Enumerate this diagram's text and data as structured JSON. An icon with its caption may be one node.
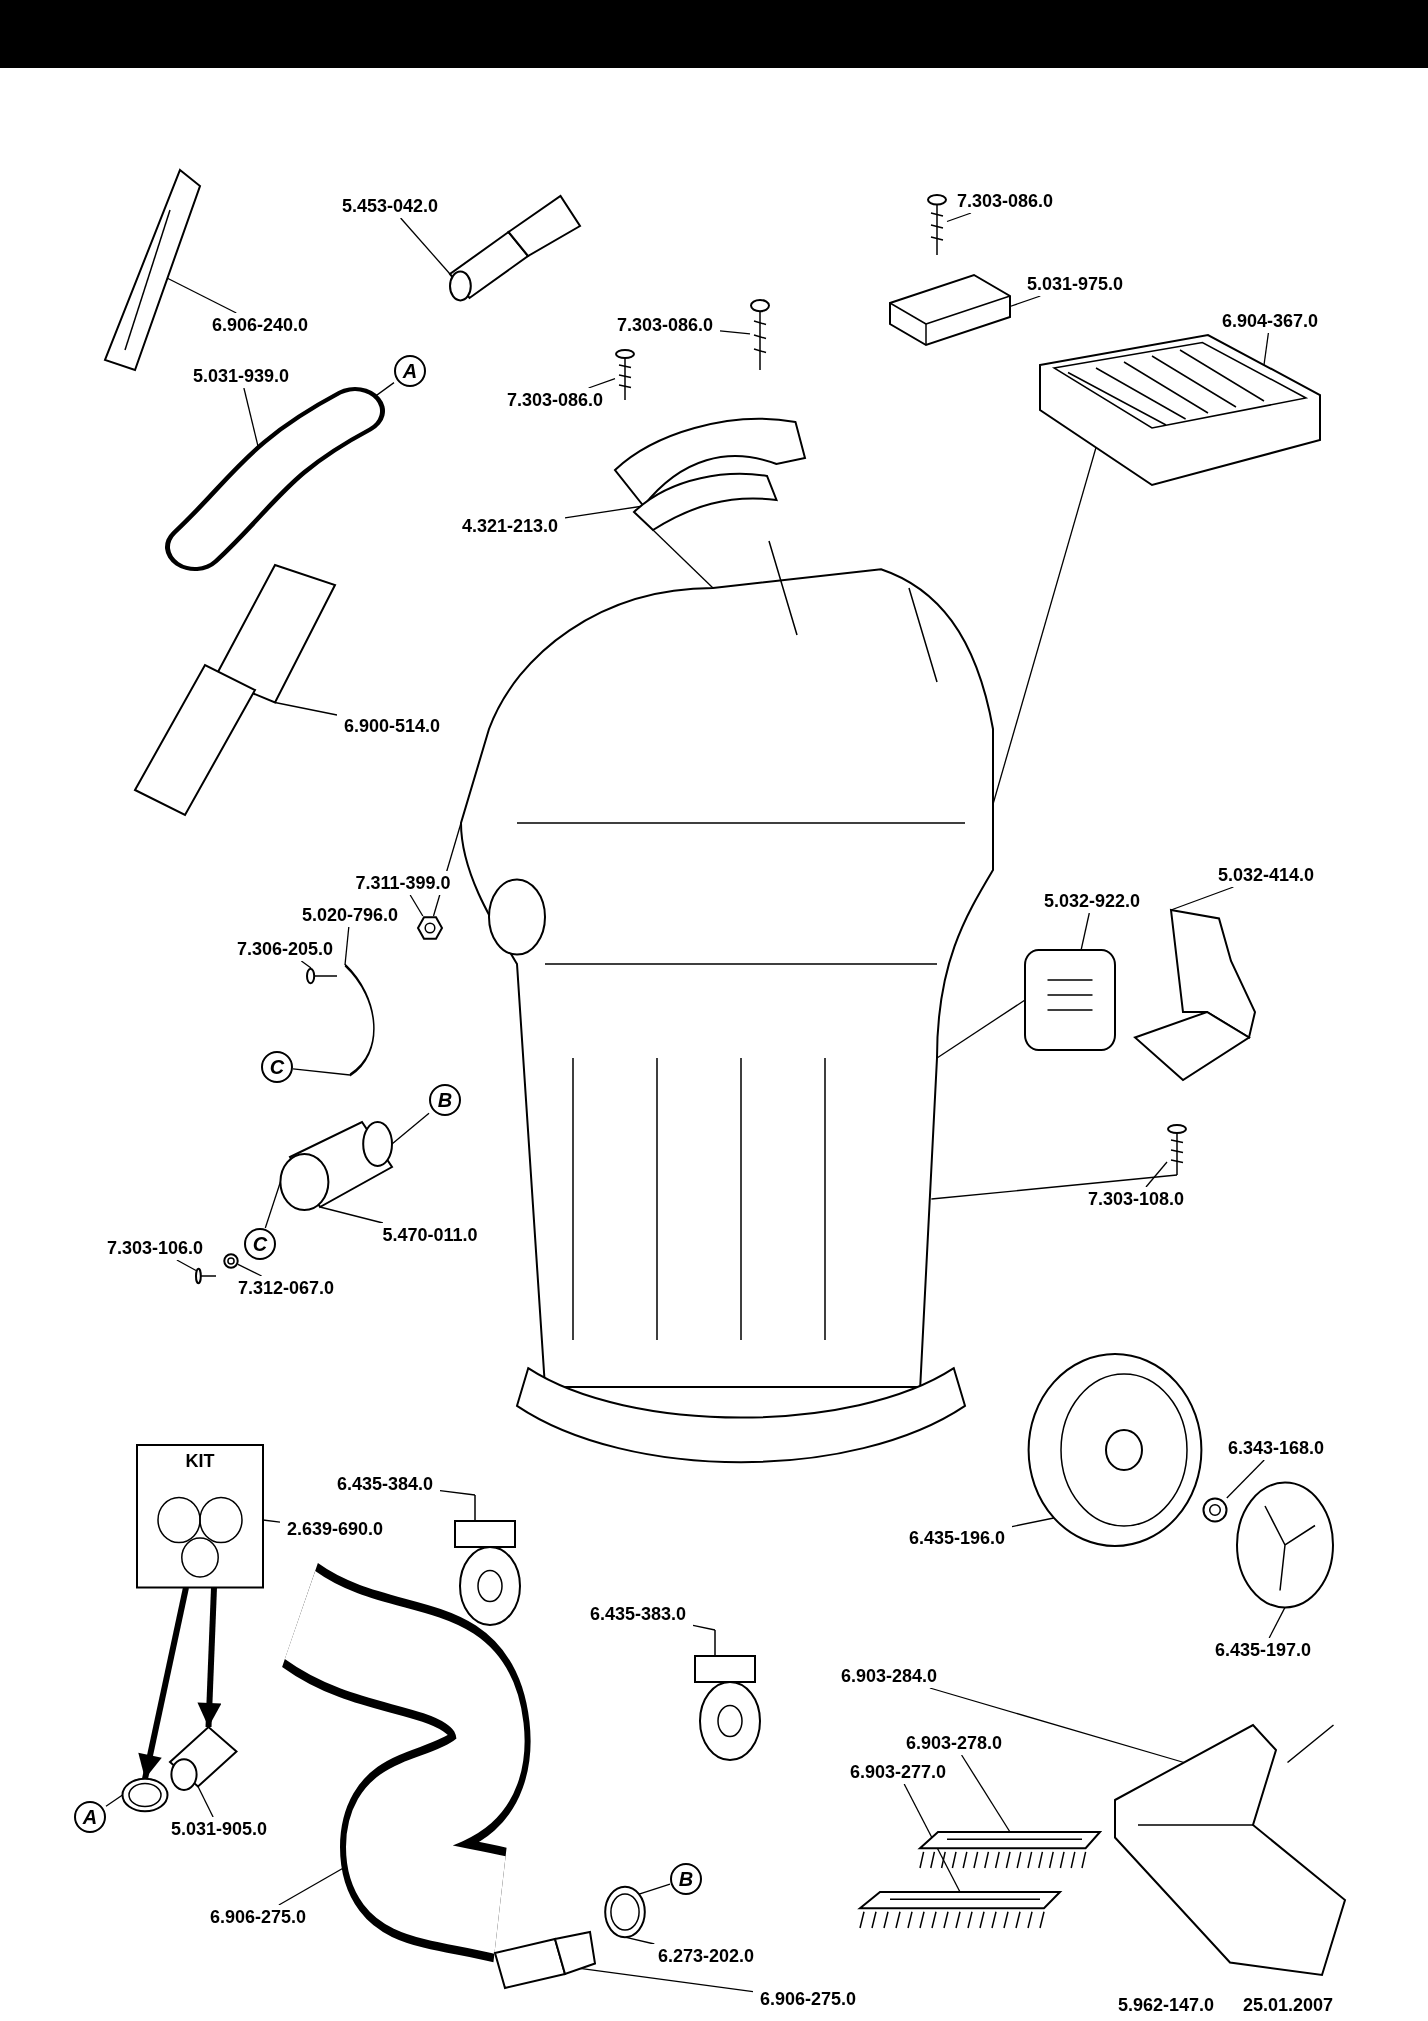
{
  "diagram": {
    "nodes": [
      {
        "text": [],
        "shape": "picture"
      },
      {
        "text": [
          "5.453-042.0"
        ]
      },
      {
        "text": [],
        "shape": "picture"
      },
      {
        "text": [
          "6.906-240.0"
        ]
      },
      {
        "text": [
          "7.303-086.0"
        ]
      },
      {
        "text": [],
        "shape": "picture"
      },
      {
        "text": [
          "5.031-975.0"
        ]
      },
      {
        "text": [],
        "shape": "picture"
      },
      {
        "text": [
          "6.904-367.0"
        ]
      },
      {
        "text": [],
        "shape": "picture"
      },
      {
        "text": [
          "5.031-939.0"
        ]
      },
      {
        "text": [],
        "shape": "picture"
      },
      {
        "text": [
          "A"
        ]
      },
      {
        "text": [
          "7.303-086.0"
        ]
      },
      {
        "text": [],
        "shape": "picture"
      },
      {
        "text": [
          "7.303-086.0"
        ]
      },
      {
        "text": [],
        "shape": "picture"
      },
      {
        "text": [
          "4.321-213.0"
        ]
      },
      {
        "text": [],
        "shape": "picture"
      },
      {
        "text": [
          "6.900-514.0"
        ]
      },
      {
        "text": [],
        "shape": "picture"
      },
      {
        "text": [],
        "shape": "picture"
      },
      {
        "text": [
          "7.311-399.0"
        ]
      },
      {
        "text": [],
        "shape": "picture"
      },
      {
        "text": [
          "5.020-796.0"
        ]
      },
      {
        "text": [],
        "shape": "picture"
      },
      {
        "text": [
          "7.306-205.0"
        ]
      },
      {
        "text": [],
        "shape": "picture"
      },
      {
        "text": [
          "C"
        ]
      },
      {
        "text": [
          "5.032-922.0"
        ]
      },
      {
        "text": [],
        "shape": "picture"
      },
      {
        "text": [
          "5.032-414.0"
        ]
      },
      {
        "text": [],
        "shape": "picture"
      },
      {
        "text": [
          "B"
        ]
      },
      {
        "text": [],
        "shape": "picture"
      },
      {
        "text": [
          "5.470-011.0"
        ]
      },
      {
        "text": [
          "7.303-108.0"
        ]
      },
      {
        "text": [],
        "shape": "picture"
      },
      {
        "text": [
          "7.303-106.0"
        ]
      },
      {
        "text": [],
        "shape": "picture"
      },
      {
        "text": [
          "C"
        ]
      },
      {
        "text": [],
        "shape": "picture"
      },
      {
        "text": [
          "7.312-067.0"
        ]
      },
      {
        "text": [
          "6.343-168.0"
        ]
      },
      {
        "text": [],
        "shape": "picture"
      },
      {
        "text": [
          "KIT"
        ]
      },
      {
        "text": [
          "2.639-690.0"
        ]
      },
      {
        "text": [
          "6.435-384.0"
        ]
      },
      {
        "text": [],
        "shape": "picture"
      },
      {
        "text": [],
        "shape": "picture"
      },
      {
        "text": [
          "6.435-196.0"
        ]
      },
      {
        "text": [],
        "shape": "picture"
      },
      {
        "text": [
          "6.435-197.0"
        ]
      },
      {
        "text": [
          "6.435-383.0"
        ]
      },
      {
        "text": [],
        "shape": "picture"
      },
      {
        "text": [
          "6.903-284.0"
        ]
      },
      {
        "text": [],
        "shape": "picture"
      },
      {
        "text": [
          "6.903-278.0"
        ]
      },
      {
        "text": [],
        "shape": "picture"
      },
      {
        "text": [
          "6.903-277.0"
        ]
      },
      {
        "text": [],
        "shape": "picture"
      },
      {
        "text": [
          "A"
        ]
      },
      {
        "text": [],
        "shape": "picture"
      },
      {
        "text": [],
        "shape": "picture"
      },
      {
        "text": [
          "5.031-905.0"
        ]
      },
      {
        "text": [],
        "shape": "picture"
      },
      {
        "text": [
          "6.906-275.0"
        ]
      },
      {
        "text": [
          "B"
        ]
      },
      {
        "text": [],
        "shape": "picture"
      },
      {
        "text": [
          "6.273-202.0"
        ]
      },
      {
        "text": [],
        "shape": "picture"
      },
      {
        "text": [
          "6.906-275.0"
        ]
      }
    ],
    "edges": [
      {
        "from": 3,
        "to": 0,
        "arrow": "none"
      },
      {
        "from": 1,
        "to": 2,
        "arrow": "none"
      },
      {
        "from": 4,
        "to": 5,
        "arrow": "none"
      },
      {
        "from": 6,
        "to": 7,
        "arrow": "none"
      },
      {
        "from": 8,
        "to": 9,
        "arrow": "none"
      },
      {
        "from": 9,
        "to": 21,
        "arrow": "none"
      },
      {
        "from": 10,
        "to": 11,
        "arrow": "none"
      },
      {
        "from": 12,
        "to": 11,
        "arrow": "none"
      },
      {
        "from": 13,
        "to": 14,
        "arrow": "none"
      },
      {
        "from": 15,
        "to": 16,
        "arrow": "none"
      },
      {
        "from": 17,
        "to": 18,
        "arrow": "none"
      },
      {
        "from": 18,
        "to": 21,
        "arrow": "none"
      },
      {
        "from": 19,
        "to": 20,
        "arrow": "none"
      },
      {
        "from": 22,
        "to": 23,
        "arrow": "none"
      },
      {
        "from": 23,
        "to": 21,
        "arrow": "none"
      },
      {
        "from": 24,
        "to": 25,
        "arrow": "none"
      },
      {
        "from": 26,
        "to": 27,
        "arrow": "none"
      },
      {
        "from": 28,
        "to": 25,
        "arrow": "none"
      },
      {
        "from": 29,
        "to": 30,
        "arrow": "none"
      },
      {
        "from": 30,
        "to": 21,
        "arrow": "none"
      },
      {
        "from": 31,
        "to": 32,
        "arrow": "none"
      },
      {
        "from": 33,
        "to": 34,
        "arrow": "none"
      },
      {
        "from": 35,
        "to": 34,
        "arrow": "none"
      },
      {
        "from": 36,
        "to": 37,
        "arrow": "none"
      },
      {
        "from": 37,
        "to": 21,
        "arrow": "none"
      },
      {
        "from": 38,
        "to": 39,
        "arrow": "none"
      },
      {
        "from": 40,
        "to": 34,
        "arrow": "none"
      },
      {
        "from": 42,
        "to": 41,
        "arrow": "none"
      },
      {
        "from": 43,
        "to": 44,
        "arrow": "none"
      },
      {
        "from": 46,
        "to": 45,
        "arrow": "none"
      },
      {
        "from": 45,
        "to": 62,
        "arrow": "to",
        "style": "thick"
      },
      {
        "from": 45,
        "to": 63,
        "arrow": "to",
        "style": "thick"
      },
      {
        "from": 47,
        "to": 48,
        "arrow": "none"
      },
      {
        "from": 50,
        "to": 49,
        "arrow": "none"
      },
      {
        "from": 52,
        "to": 51,
        "arrow": "none"
      },
      {
        "from": 53,
        "to": 54,
        "arrow": "none"
      },
      {
        "from": 55,
        "to": 56,
        "arrow": "none"
      },
      {
        "from": 57,
        "to": 58,
        "arrow": "none"
      },
      {
        "from": 59,
        "to": 60,
        "arrow": "none"
      },
      {
        "from": 61,
        "to": 62,
        "arrow": "none"
      },
      {
        "from": 64,
        "to": 63,
        "arrow": "none"
      },
      {
        "from": 66,
        "to": 65,
        "arrow": "none"
      },
      {
        "from": 67,
        "to": 68,
        "arrow": "none"
      },
      {
        "from": 69,
        "to": 68,
        "arrow": "none"
      },
      {
        "from": 71,
        "to": 70,
        "arrow": "none"
      }
    ],
    "labels": [
      "5.962-147.0",
      "25.01.2007"
    ]
  }
}
